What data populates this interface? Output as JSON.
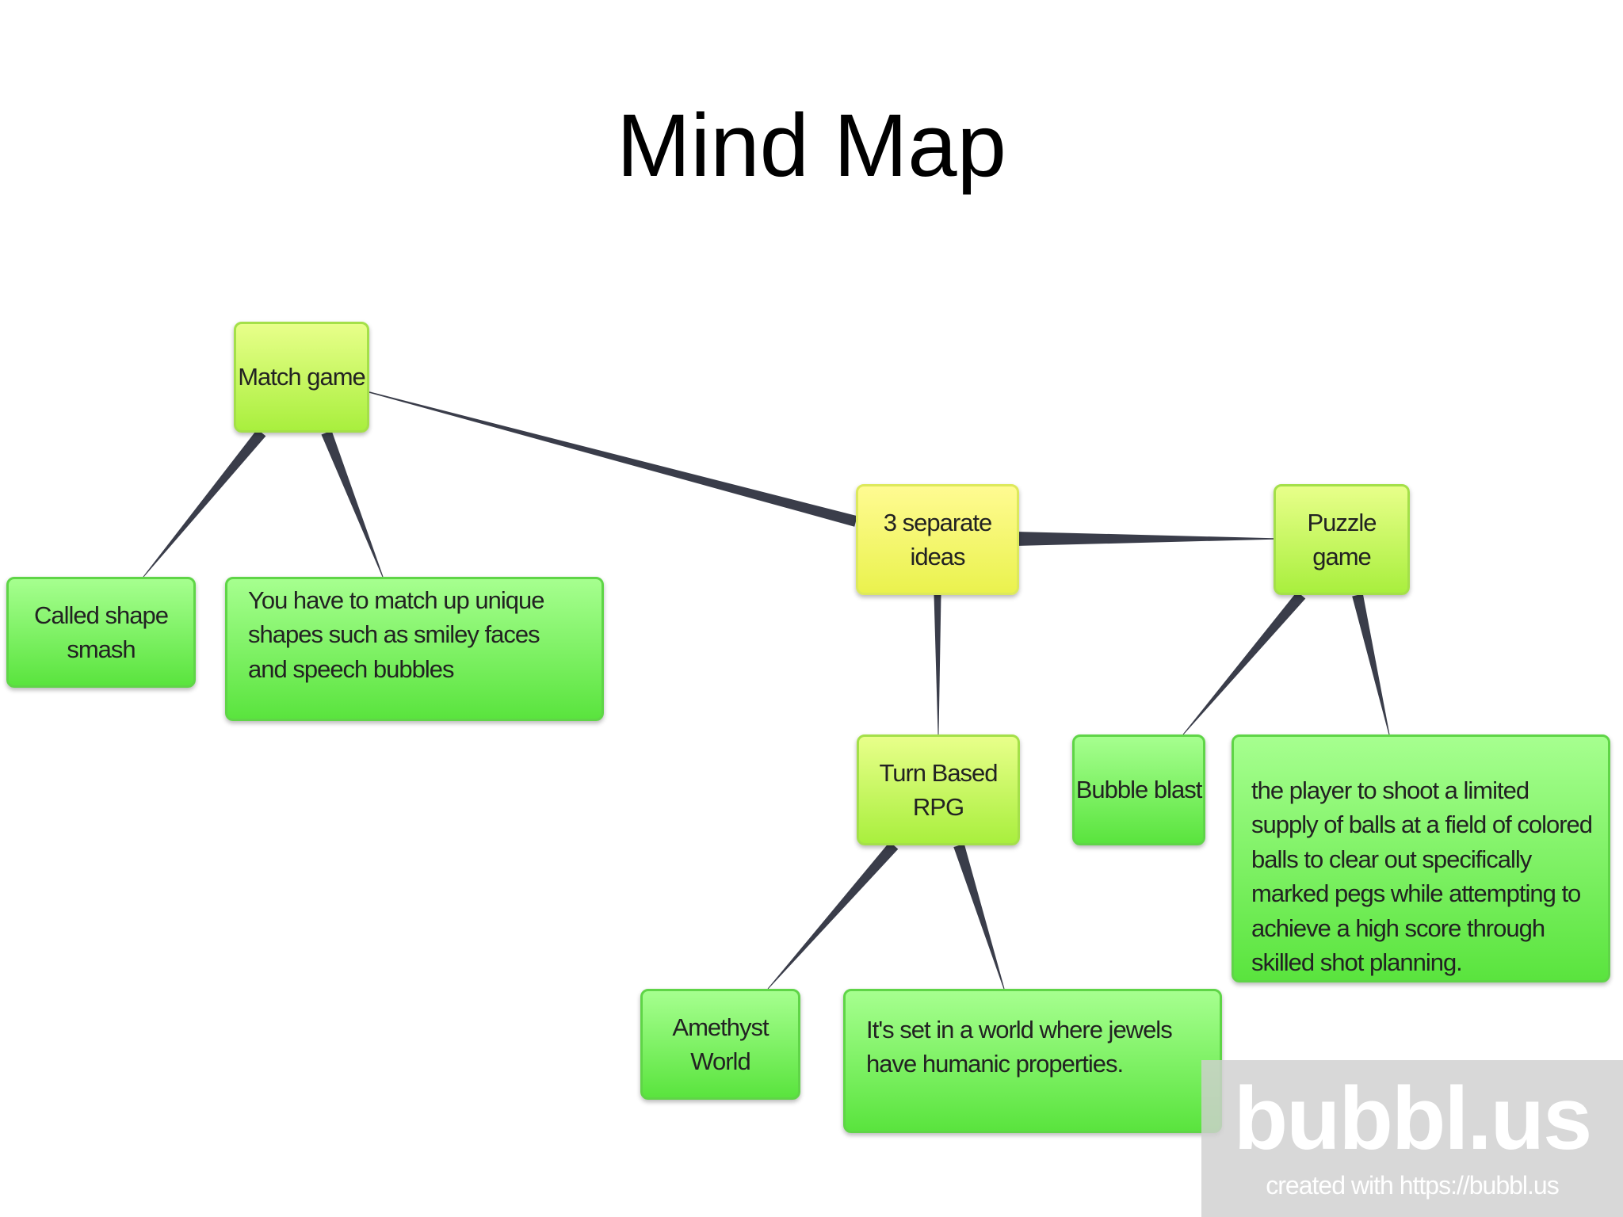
{
  "title": "Mind Map",
  "nodes": {
    "center": {
      "label": "3 separate ideas",
      "color": "#f4f763"
    },
    "match_game": {
      "label": "Match game",
      "color": "#c6f75d"
    },
    "shape_smash": {
      "label": "Called shape smash",
      "color": "#7ef25a"
    },
    "match_desc": {
      "label": "You have to match up unique shapes such as smiley faces and speech bubbles",
      "color": "#7ef25a"
    },
    "turn_based_rpg": {
      "label": "Turn Based RPG",
      "color": "#c6f75d"
    },
    "amethyst_world": {
      "label": "Amethyst World",
      "color": "#7ef25a"
    },
    "rpg_desc": {
      "label": "It's set in a world where jewels have humanic properties.",
      "color": "#7ef25a"
    },
    "puzzle_game": {
      "label": "Puzzle game",
      "color": "#c6f75d"
    },
    "bubble_blast": {
      "label": "Bubble blast",
      "color": "#7ef25a"
    },
    "puzzle_desc": {
      "label": " the player to shoot a limited supply of balls at a field of colored balls to clear out specifically marked pegs while attempting to achieve a high score through skilled shot planning.",
      "color": "#7ef25a"
    }
  },
  "edges": [
    {
      "from": "center",
      "to": "match_game"
    },
    {
      "from": "center",
      "to": "puzzle_game"
    },
    {
      "from": "center",
      "to": "turn_based_rpg"
    },
    {
      "from": "match_game",
      "to": "shape_smash"
    },
    {
      "from": "match_game",
      "to": "match_desc"
    },
    {
      "from": "turn_based_rpg",
      "to": "amethyst_world"
    },
    {
      "from": "turn_based_rpg",
      "to": "rpg_desc"
    },
    {
      "from": "puzzle_game",
      "to": "bubble_blast"
    },
    {
      "from": "puzzle_game",
      "to": "puzzle_desc"
    }
  ],
  "edge_color": "#3a3d4a",
  "watermark": {
    "logo": "bubbl.us",
    "caption": "created with https://bubbl.us"
  }
}
